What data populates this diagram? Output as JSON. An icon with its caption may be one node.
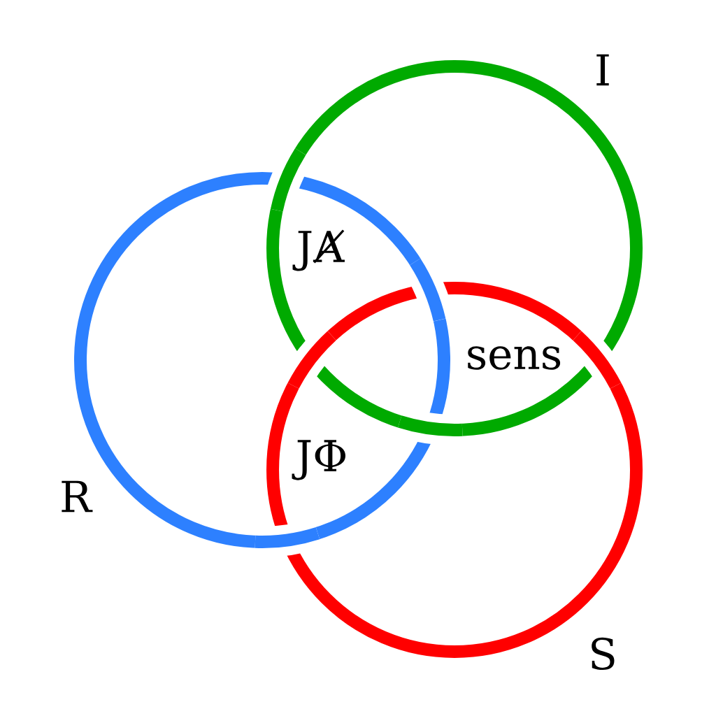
{
  "diagram": {
    "nodes": [
      {
        "text": [],
        "shape": "circle",
        "beside": [
          "I"
        ]
      },
      {
        "text": [],
        "shape": "circle",
        "beside": [
          "R"
        ]
      },
      {
        "text": [],
        "shape": "circle",
        "beside": [
          "S"
        ]
      }
    ],
    "labels": [
      "JȺ",
      "sens",
      "JΦ"
    ]
  }
}
